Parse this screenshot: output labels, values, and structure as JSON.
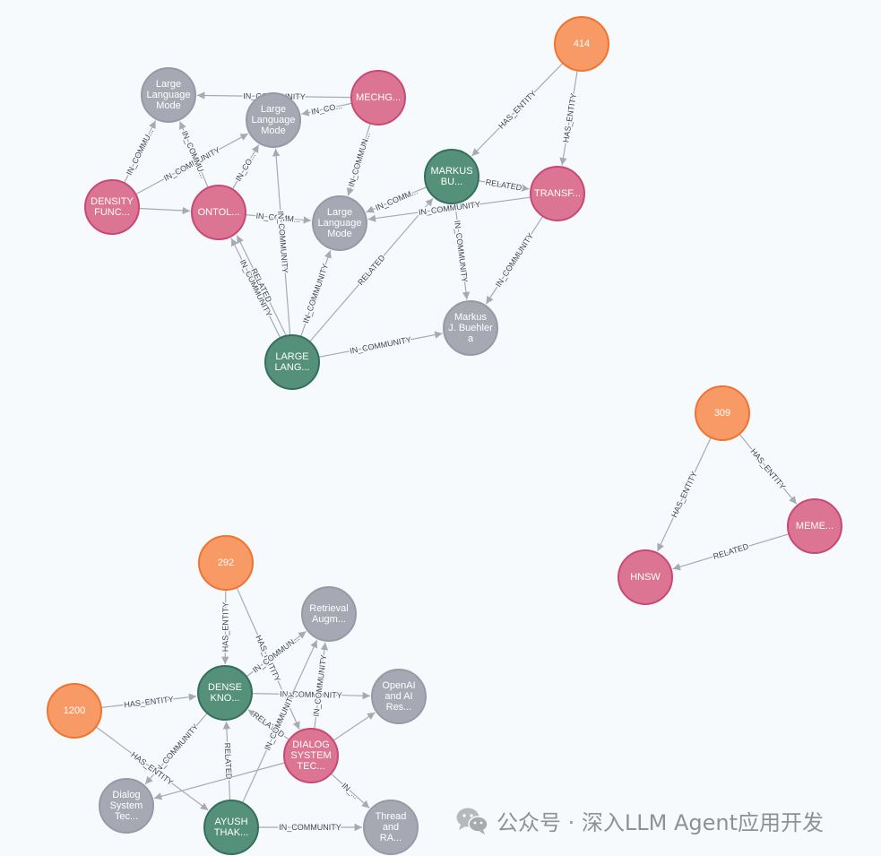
{
  "colors": {
    "orange": "#f89a66",
    "orange_stroke": "#ef7431",
    "pink": "#db7593",
    "pink_stroke": "#c94974",
    "green": "#55907a",
    "green_stroke": "#356f5b",
    "gray": "#a6a9b4",
    "gray_stroke": "#979aa5"
  },
  "watermark": {
    "icon": "wechat-icon",
    "text": "公众号 · 深入LLM Agent应用开发"
  },
  "nodes": [
    {
      "id": "n414",
      "kind": "orange",
      "lines": [
        "414"
      ]
    },
    {
      "id": "llm1",
      "kind": "gray",
      "lines": [
        "Large",
        "Language",
        "Mode"
      ]
    },
    {
      "id": "llm2",
      "kind": "gray",
      "lines": [
        "Large",
        "Language",
        "Mode"
      ]
    },
    {
      "id": "mechg",
      "kind": "pink",
      "lines": [
        "MECHG..."
      ]
    },
    {
      "id": "density",
      "kind": "pink",
      "lines": [
        "DENSITY",
        "FUNC..."
      ]
    },
    {
      "id": "ontol",
      "kind": "pink",
      "lines": [
        "ONTOL..."
      ]
    },
    {
      "id": "llm3",
      "kind": "gray",
      "lines": [
        "Large",
        "Language",
        "Mode"
      ]
    },
    {
      "id": "markus_c",
      "kind": "green",
      "lines": [
        "MARKUS",
        "BU..."
      ]
    },
    {
      "id": "transf",
      "kind": "pink",
      "lines": [
        "TRANSF..."
      ]
    },
    {
      "id": "markus_e",
      "kind": "gray",
      "lines": [
        "Markus",
        "J. Buehler",
        "a"
      ]
    },
    {
      "id": "largelang",
      "kind": "green",
      "lines": [
        "LARGE",
        "LANG..."
      ]
    },
    {
      "id": "n309",
      "kind": "orange",
      "lines": [
        "309"
      ]
    },
    {
      "id": "meme",
      "kind": "pink",
      "lines": [
        "MEME..."
      ]
    },
    {
      "id": "hnsw",
      "kind": "pink",
      "lines": [
        "HNSW"
      ]
    },
    {
      "id": "n292",
      "kind": "orange",
      "lines": [
        "292"
      ]
    },
    {
      "id": "retrieval",
      "kind": "gray",
      "lines": [
        "Retrieval",
        "Augm..."
      ]
    },
    {
      "id": "dense",
      "kind": "green",
      "lines": [
        "DENSE",
        "KNO..."
      ]
    },
    {
      "id": "openai",
      "kind": "gray",
      "lines": [
        "OpenAI",
        "and AI",
        "Res..."
      ]
    },
    {
      "id": "n1200",
      "kind": "orange",
      "lines": [
        "1200"
      ]
    },
    {
      "id": "dialog_e",
      "kind": "pink",
      "lines": [
        "DIALOG",
        "SYSTEM",
        "TEC..."
      ]
    },
    {
      "id": "dialog_c",
      "kind": "gray",
      "lines": [
        "Dialog",
        "System",
        "Tec..."
      ]
    },
    {
      "id": "ayush",
      "kind": "green",
      "lines": [
        "AYUSH",
        "THAK..."
      ]
    },
    {
      "id": "thread",
      "kind": "gray",
      "lines": [
        "Thread",
        "and",
        "RA..."
      ]
    }
  ],
  "edges": [
    {
      "from": "n414",
      "to": "markus_c",
      "label": "HAS_ENTITY"
    },
    {
      "from": "n414",
      "to": "transf",
      "label": "HAS_ENTITY"
    },
    {
      "from": "mechg",
      "to": "llm1",
      "label": "IN_COMMUNITY"
    },
    {
      "from": "mechg",
      "to": "llm2",
      "label": "IN_CO..."
    },
    {
      "from": "mechg",
      "to": "llm3",
      "label": "IN_COMMUN..."
    },
    {
      "from": "density",
      "to": "llm1",
      "label": "IN_COMMU..."
    },
    {
      "from": "density",
      "to": "llm2",
      "label": "IN_COMMUNITY"
    },
    {
      "from": "density",
      "to": "ontol",
      "label": ""
    },
    {
      "from": "ontol",
      "to": "llm1",
      "label": "IN_COMMU..."
    },
    {
      "from": "ontol",
      "to": "llm2",
      "label": "IN_CO..."
    },
    {
      "from": "ontol",
      "to": "llm3",
      "label": "IN_COMM..."
    },
    {
      "from": "largelang",
      "to": "ontol",
      "label": "IN_COMMUNITY"
    },
    {
      "from": "largelang",
      "to": "ontol",
      "label": "RELATED"
    },
    {
      "from": "largelang",
      "to": "llm2",
      "label": "IN_COMMUNITY"
    },
    {
      "from": "largelang",
      "to": "llm3",
      "label": "IN_COMMUNITY"
    },
    {
      "from": "largelang",
      "to": "markus_c",
      "label": "RELATED"
    },
    {
      "from": "largelang",
      "to": "markus_e",
      "label": "IN_COMMUNITY"
    },
    {
      "from": "markus_c",
      "to": "llm3",
      "label": "IN_COMM..."
    },
    {
      "from": "markus_c",
      "to": "transf",
      "label": "RELATED"
    },
    {
      "from": "markus_c",
      "to": "markus_e",
      "label": "IN_COMMUNITY"
    },
    {
      "from": "transf",
      "to": "llm3",
      "label": "IN_COMMUNITY"
    },
    {
      "from": "transf",
      "to": "markus_e",
      "label": "IN_COMMUNITY"
    },
    {
      "from": "n309",
      "to": "hnsw",
      "label": "HAS_ENTITY"
    },
    {
      "from": "n309",
      "to": "meme",
      "label": "HAS_ENTITY"
    },
    {
      "from": "meme",
      "to": "hnsw",
      "label": "RELATED"
    },
    {
      "from": "n292",
      "to": "dense",
      "label": "HAS_ENTITY"
    },
    {
      "from": "n292",
      "to": "dialog_e",
      "label": "HAS_ENTITY"
    },
    {
      "from": "dense",
      "to": "retrieval",
      "label": "IN_COMMUN..."
    },
    {
      "from": "dense",
      "to": "openai",
      "label": "IN_COMMUNITY"
    },
    {
      "from": "dense",
      "to": "dialog_c",
      "label": "IN_COMMUNITY"
    },
    {
      "from": "dialog_e",
      "to": "dense",
      "label": "RELATED"
    },
    {
      "from": "n1200",
      "to": "dense",
      "label": "HAS_ENTITY"
    },
    {
      "from": "n1200",
      "to": "ayush",
      "label": "HAS_ENTITY"
    },
    {
      "from": "ayush",
      "to": "dense",
      "label": "RELATED"
    },
    {
      "from": "ayush",
      "to": "retrieval",
      "label": "IN_COMMUNITY"
    },
    {
      "from": "ayush",
      "to": "thread",
      "label": "IN_COMMUNITY"
    },
    {
      "from": "dialog_e",
      "to": "retrieval",
      "label": "IN_COMMUNITY"
    },
    {
      "from": "dialog_e",
      "to": "openai",
      "label": ""
    },
    {
      "from": "dialog_e",
      "to": "dialog_c",
      "label": ""
    },
    {
      "from": "dialog_e",
      "to": "thread",
      "label": "IN_..."
    }
  ]
}
